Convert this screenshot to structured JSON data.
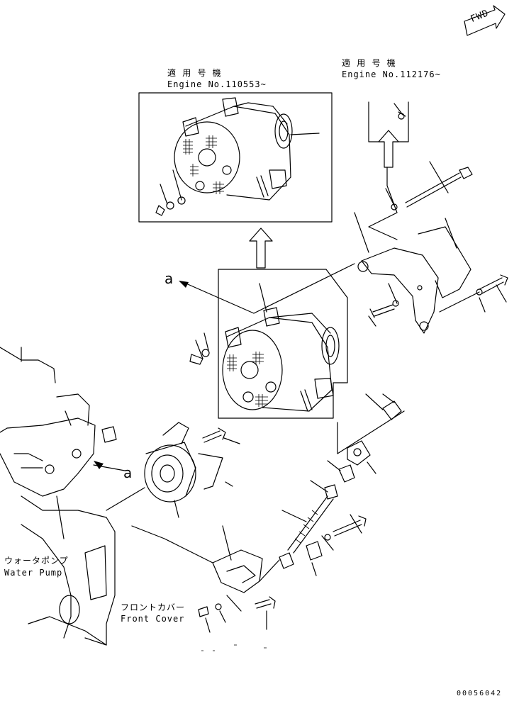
{
  "labels": {
    "fwd": "FWD",
    "applicable_1_jp": "適 用 号 機",
    "engine_no_1": "Engine No.110553~",
    "applicable_2_jp": "適 用 号 機",
    "engine_no_2": "Engine No.112176~",
    "view_a_top": "a",
    "view_a_side": "a",
    "water_pump_jp": "ウォータポンプ",
    "water_pump_en": "Water Pump",
    "front_cover_jp": "フロントカバー",
    "front_cover_en": "Front Cover",
    "drawing_number": "00056042"
  }
}
